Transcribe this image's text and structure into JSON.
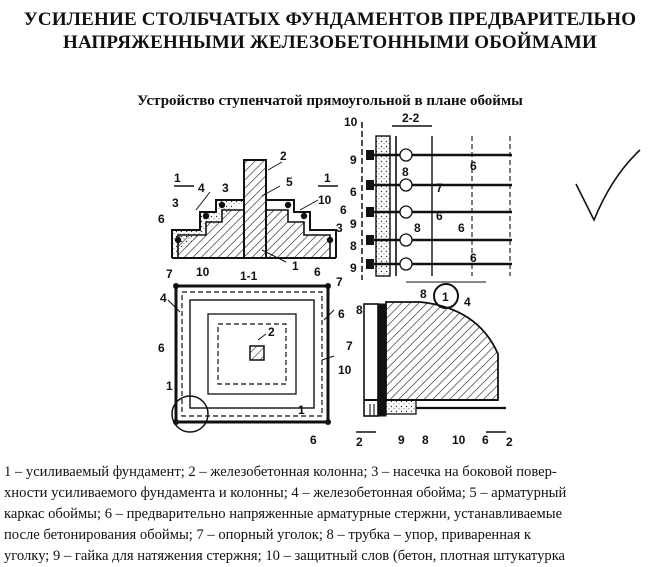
{
  "title_line1": "УСИЛЕНИЕ СТОЛБЧАТЫХ ФУНДАМЕНТОВ ПРЕДВАРИТЕЛЬНО",
  "title_line2": "НАПРЯЖЕННЫМИ ЖЕЛЕЗОБЕТОННЫМИ ОБОЙМАМИ",
  "subtitle": "Устройство ступенчатой прямоугольной в плане обоймы",
  "labels": {
    "n1": "1",
    "n2": "2",
    "n3": "3",
    "n4": "4",
    "n5": "5",
    "n6": "6",
    "n7": "7",
    "n8": "8",
    "n9": "9",
    "n10": "10",
    "section_11": "1-1",
    "section_22": "2-2",
    "cut_1a": "1",
    "cut_1b": "1",
    "cut_2a": "2",
    "cut_2b": "2",
    "callout_1": "1"
  },
  "legend": [
    "1 – усиливаемый фундамент; 2 – железобетонная колонна; 3 – насечка на боковой повер-",
    "хности усиливаемого фундамента и колонны; 4 – железобетонная обойма; 5 – арматурный",
    "каркас обоймы; 6 – предварительно напряженные арматурные стержни, устанавливаемые",
    "после бетонирования обоймы; 7 – опорный уголок; 8 – трубка – упор, приваренная к",
    "уголку; 9 – гайка для натяжения стержня; 10 – защитный слов (бетон, плотная штукатурка"
  ]
}
